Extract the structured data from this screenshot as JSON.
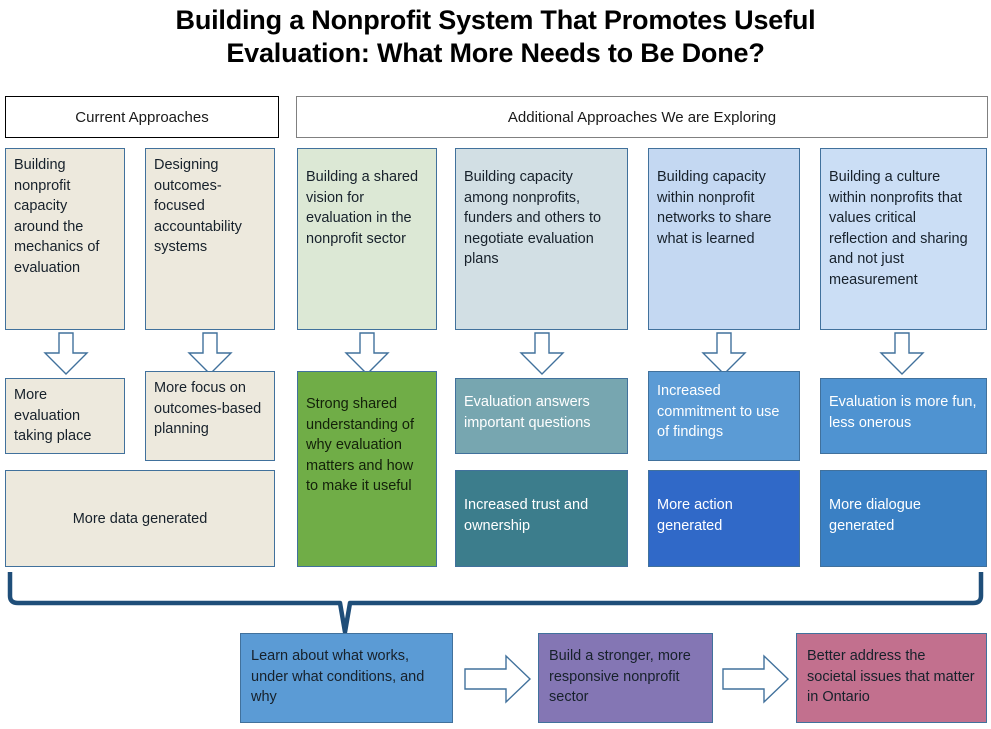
{
  "title": {
    "line1": "Building a Nonprofit System That Promotes Useful",
    "line2": "Evaluation: What More Needs to Be Done?"
  },
  "headers": {
    "left": "Current Approaches",
    "right": "Additional Approaches We are Exploring"
  },
  "colors": {
    "cream": "#EDE9DD",
    "green_light": "#DCE8D5",
    "green": "#70AD47",
    "blue_gray": "#D2DFE4",
    "steel": "#77A6B0",
    "teal": "#3C7D8C",
    "blue_light": "#C4D8F2",
    "blue": "#5B9BD5",
    "blue_strong": "#3069C8",
    "blue_mid": "#4F93D1",
    "blue_deep": "#3A80C4",
    "purple": "#8476B4",
    "pink": "#C2708E",
    "border": "#41719C",
    "bracket": "#1F4E79"
  },
  "columns": [
    {
      "id": "col-mechanics",
      "approach": "Building nonprofit capacity around the mechanics of evaluation",
      "outcomes": [
        "More evaluation taking place"
      ]
    },
    {
      "id": "col-accountability",
      "approach": "Designing outcomes-focused accountability systems",
      "outcomes": [
        "More focus on outcomes-based planning"
      ]
    },
    {
      "id": "col-shared-vision",
      "approach": "Building a shared vision for evaluation in the nonprofit sector",
      "outcomes": [
        "Strong shared understanding of why evaluation matters and how to make it useful"
      ]
    },
    {
      "id": "col-negotiate-plans",
      "approach": "Building capacity among nonprofits, funders and others to negotiate evaluation plans",
      "outcomes": [
        "Evaluation answers important questions",
        "Increased trust and ownership"
      ]
    },
    {
      "id": "col-networks",
      "approach": "Building capacity within nonprofit networks to share what is learned",
      "outcomes": [
        "Increased commitment to use of findings",
        "More action generated"
      ]
    },
    {
      "id": "col-culture",
      "approach": "Building a culture within nonprofits that values critical reflection and sharing and not just measurement",
      "outcomes": [
        "Evaluation is more fun, less onerous",
        "More dialogue generated"
      ]
    }
  ],
  "shared_outcome": "More data generated",
  "bottom_chain": [
    "Learn about what works, under what conditions, and why",
    "Build a stronger, more responsive nonprofit sector",
    "Better address the societal issues that matter in Ontario"
  ]
}
